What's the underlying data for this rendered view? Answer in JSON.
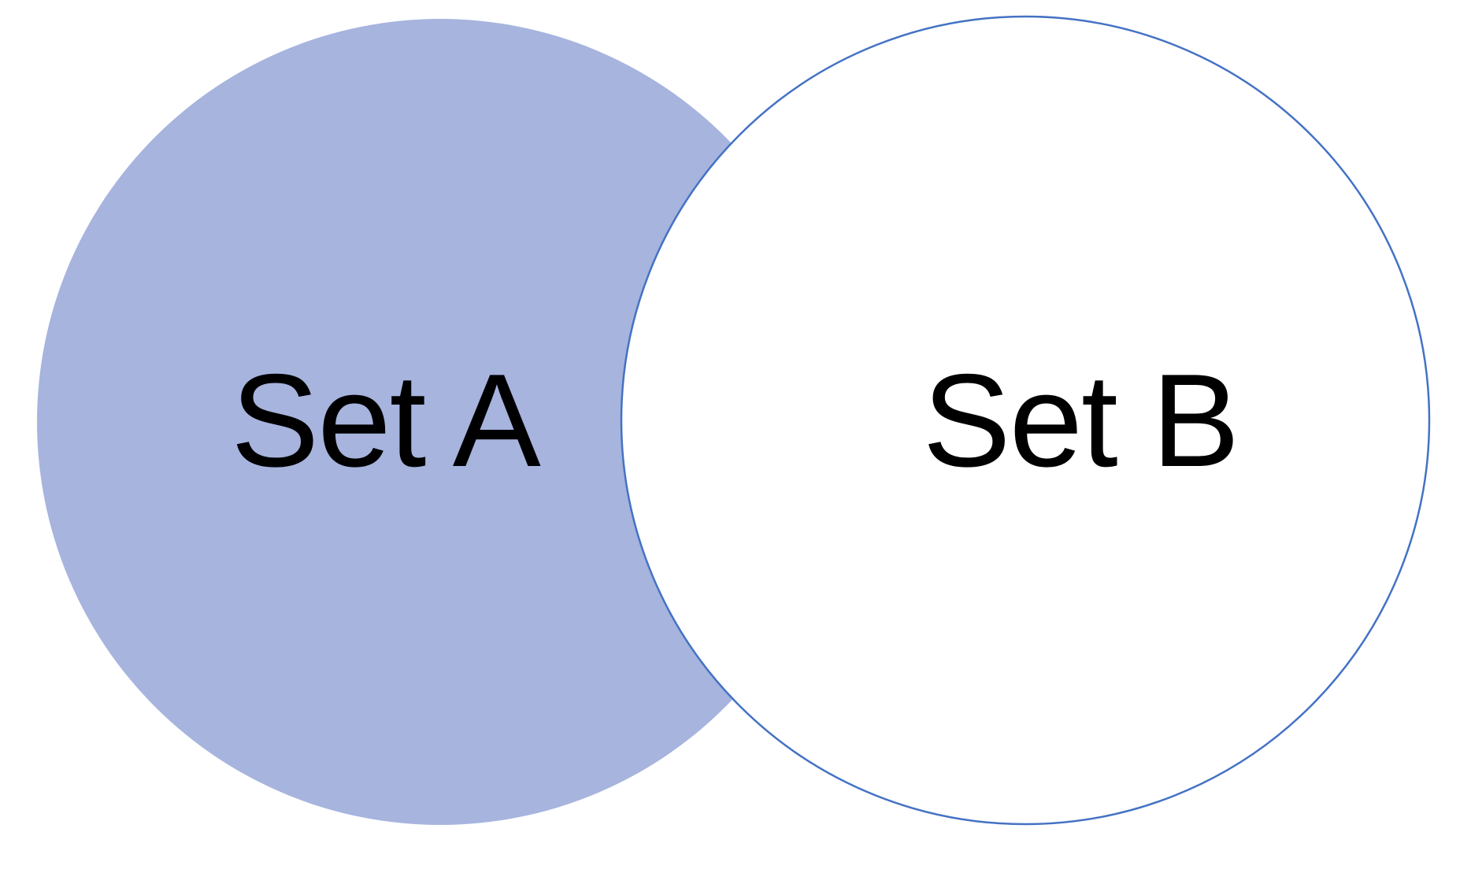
{
  "diagram": {
    "type": "venn-two-circles",
    "background": "#FFFFFF",
    "description": "Two overlapping circles; left circle is solid filled with no outline, right circle is white-filled with a blue outline drawn on top of the left circle"
  },
  "sets": {
    "a": {
      "label": "Set A",
      "fill": "#A6B4DE",
      "stroke": "none"
    },
    "b": {
      "label": "Set B",
      "fill": "#FFFFFF",
      "stroke": "#4472C4"
    }
  },
  "colors": {
    "accent": "#4472C4",
    "set_a_fill": "#A6B4DE",
    "text": "#000000",
    "background": "#FFFFFF"
  }
}
